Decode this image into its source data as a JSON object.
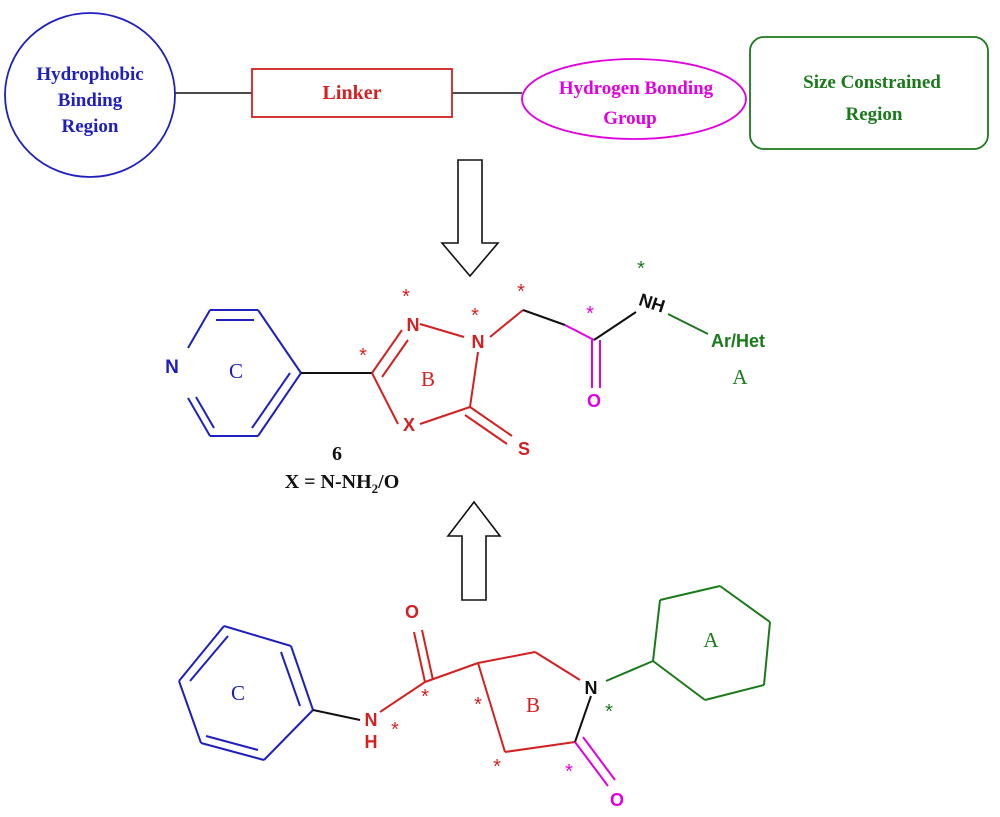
{
  "pharmacophore": {
    "hydrophobic": {
      "line1": "Hydrophobic",
      "line2": "Binding",
      "line3": "Region",
      "color": "#1f1fbf"
    },
    "linker": {
      "label": "Linker",
      "color": "#d42020"
    },
    "hbond": {
      "line1": "Hydrogen Bonding",
      "line2": "Group",
      "color": "#e000e0"
    },
    "size": {
      "line1": "Size Constrained",
      "line2": "Region",
      "color": "#1a7a1a"
    }
  },
  "compound_top": {
    "ring_c_label": "C",
    "ring_b_label": "B",
    "ring_a_label": "A",
    "n_pyridine": "N",
    "n1": "N",
    "n2": "N",
    "x_atom": "X",
    "s_atom": "S",
    "o_atom": "O",
    "nh": "NH",
    "ar_het": "Ar/Het",
    "asterisk": "*",
    "compound_number": "6",
    "x_def_prefix": "X = N-NH",
    "x_def_sub": "2",
    "x_def_suffix": "/O"
  },
  "compound_bottom": {
    "ring_c_label": "C",
    "ring_b_label": "B",
    "ring_a_label": "A",
    "o_amide": "O",
    "n_amide": "N",
    "h_amide": "H",
    "n_ring": "N",
    "o_lactam": "O",
    "asterisk": "*"
  },
  "colors": {
    "blue": "#1f1fbf",
    "red": "#d42020",
    "magenta": "#e000e0",
    "green": "#1a7a1a",
    "black": "#111111"
  }
}
